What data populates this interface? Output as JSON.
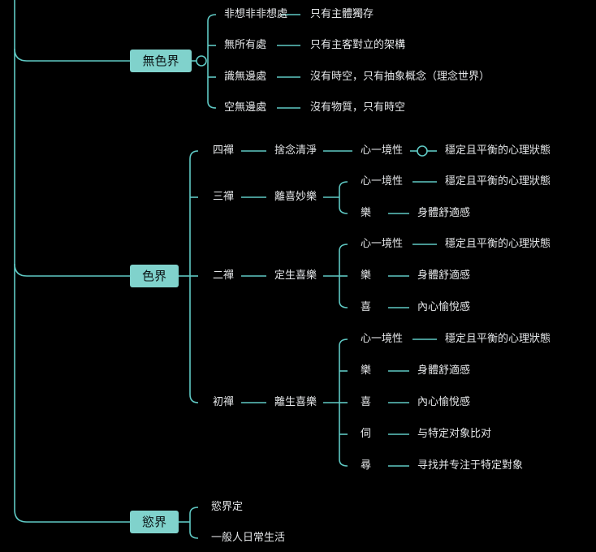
{
  "colors": {
    "line": "#5fc9c4",
    "node": "#80d2cc",
    "text": "#e4e6e8",
    "background": "#000000"
  },
  "realms": {
    "formless": {
      "label": "無色界",
      "items": [
        {
          "name": "非想非非想處",
          "desc": "只有主體獨存"
        },
        {
          "name": "無所有處",
          "desc": "只有主客對立的架構"
        },
        {
          "name": "識無邊處",
          "desc": "沒有時空，只有抽象概念（理念世界）"
        },
        {
          "name": "空無邊處",
          "desc": "沒有物質，只有時空"
        }
      ]
    },
    "form": {
      "label": "色界",
      "jhanas": [
        {
          "name": "四禪",
          "state": "捨念清淨",
          "factors": [
            {
              "name": "心一境性",
              "desc": "穩定且平衡的心理狀態"
            }
          ]
        },
        {
          "name": "三禪",
          "state": "離喜妙樂",
          "factors": [
            {
              "name": "心一境性",
              "desc": "穩定且平衡的心理狀態"
            },
            {
              "name": "樂",
              "desc": "身體舒適感"
            }
          ]
        },
        {
          "name": "二禪",
          "state": "定生喜樂",
          "factors": [
            {
              "name": "心一境性",
              "desc": "穩定且平衡的心理狀態"
            },
            {
              "name": "樂",
              "desc": "身體舒適感"
            },
            {
              "name": "喜",
              "desc": "內心愉悅感"
            }
          ]
        },
        {
          "name": "初禪",
          "state": "離生喜樂",
          "factors": [
            {
              "name": "心一境性",
              "desc": "穩定且平衡的心理狀態"
            },
            {
              "name": "樂",
              "desc": "身體舒適感"
            },
            {
              "name": "喜",
              "desc": "內心愉悅感"
            },
            {
              "name": "伺",
              "desc": "与特定对象比对"
            },
            {
              "name": "尋",
              "desc": "寻找并专注于特定對象"
            }
          ]
        }
      ]
    },
    "desire": {
      "label": "慾界",
      "items": [
        "慾界定",
        "一般人日常生活"
      ]
    }
  }
}
